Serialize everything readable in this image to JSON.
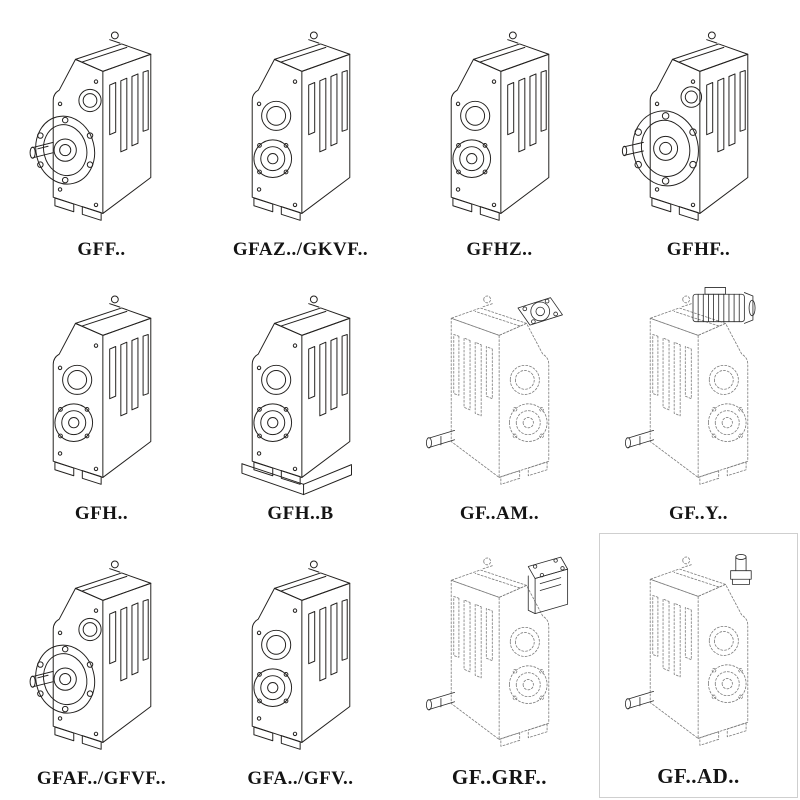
{
  "page": {
    "background": "#ffffff",
    "colors": {
      "line_solid": "#23211f",
      "line_dashed": "#7c7c7c",
      "label_text": "#141414"
    }
  },
  "grid": {
    "rows": 3,
    "columns": 4,
    "cells": [
      {
        "id": "gff",
        "label": "GFF..",
        "style": "solid",
        "variant": "output-flange-gearbox"
      },
      {
        "id": "gfaz-gkvf",
        "label": "GFAZ../GKVF..",
        "style": "solid",
        "variant": "hollow-shaft-gearbox"
      },
      {
        "id": "gfhz",
        "label": "GFHZ..",
        "style": "solid",
        "variant": "hollow-shaft-gearbox"
      },
      {
        "id": "gfhf",
        "label": "GFHF..",
        "style": "solid",
        "variant": "large-flange-gearbox"
      },
      {
        "id": "gfh",
        "label": "GFH..",
        "style": "solid",
        "variant": "hollow-shaft-gearbox"
      },
      {
        "id": "gfh-b",
        "label": "GFH..B",
        "style": "solid",
        "variant": "hollow-shaft-gearbox-base"
      },
      {
        "id": "gf-am",
        "label": "GF..AM..",
        "style": "dashed",
        "variant": "input-flange-adapter"
      },
      {
        "id": "gf-y",
        "label": "GF..Y..",
        "style": "dashed",
        "variant": "motor-mounted"
      },
      {
        "id": "gfaf-gfvf",
        "label": "GFAF../GFVF..",
        "style": "solid",
        "variant": "output-flange-gearbox"
      },
      {
        "id": "gfa-gfv",
        "label": "GFA../GFV..",
        "style": "solid",
        "variant": "hollow-shaft-gearbox"
      },
      {
        "id": "gf-grf",
        "label": "GF..GRF..",
        "style": "dashed",
        "variant": "adapter-block"
      },
      {
        "id": "gf-ad",
        "label": "GF..AD..",
        "style": "dashed",
        "variant": "input-shaft-adapter"
      }
    ]
  }
}
